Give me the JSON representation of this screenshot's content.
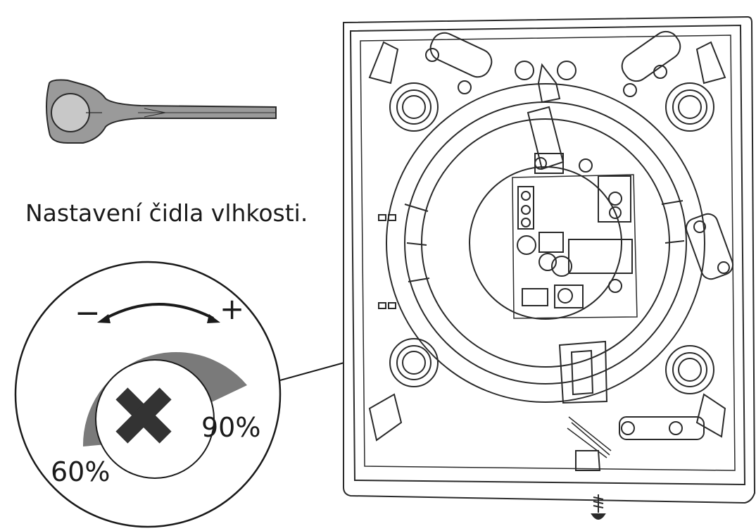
{
  "title": "Nastavení čidla vlhkosti.",
  "scale": {
    "min_sign": "−",
    "max_sign": "+",
    "min_label": "60%",
    "max_label": "90%",
    "min_value_percent": 60,
    "max_value_percent": 90
  },
  "icons": {
    "tool": "screwdriver-key-icon",
    "adjuster": "x-head-potentiometer-icon",
    "screw": "screw-icon",
    "device": "fan-housing-icon"
  },
  "colors": {
    "line": "#1a1a1a",
    "arc_fill": "#7a7a7a",
    "tool_fill": "#9a9a9a",
    "x_fill": "#333333",
    "outline": "#2a2a2a"
  }
}
